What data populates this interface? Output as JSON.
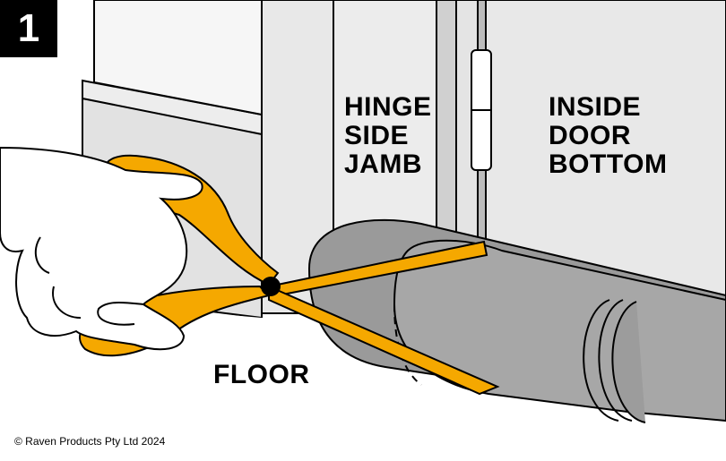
{
  "step": {
    "number": "1"
  },
  "labels": {
    "hinge_side_jamb": [
      "HINGE",
      "SIDE",
      "JAMB"
    ],
    "inside_door_bottom": [
      "INSIDE",
      "DOOR",
      "BOTTOM"
    ],
    "floor": "FLOOR"
  },
  "footer": {
    "copyright": "© Raven Products Pty Ltd 2024"
  },
  "colors": {
    "scissors": "#f5a800",
    "tube": "#a3a3a3",
    "wall": "#e7e7e7",
    "outline": "#000000"
  }
}
